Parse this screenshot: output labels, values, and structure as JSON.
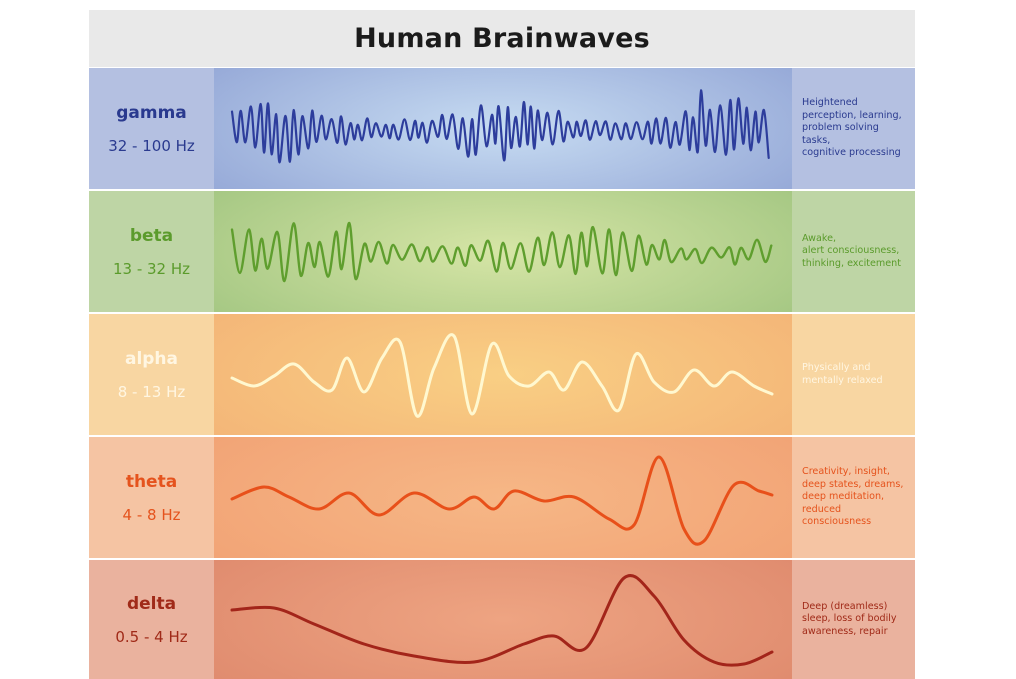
{
  "title": "Human Brainwaves",
  "bands": [
    {
      "name": "gamma",
      "frequency": "32 - 100 Hz",
      "description": "Heightened\nperception, learning,\nproblem solving tasks,\ncognitive processing",
      "colors": {
        "label_bg": "#b4c0e1",
        "wave_bg_center": "#c7dcf2",
        "wave_bg_edge": "#97aad8",
        "desc_bg": "#b4c0e1",
        "text": "#2a3a8f",
        "wave": "#2d3d9c"
      }
    },
    {
      "name": "beta",
      "frequency": "13 - 32 Hz",
      "description": "Awake,\nalert consciousness,\nthinking, excitement",
      "colors": {
        "label_bg": "#bed5a5",
        "wave_bg_center": "#d6e5a6",
        "wave_bg_edge": "#a6c884",
        "desc_bg": "#bed5a5",
        "text": "#5b9b2c",
        "wave": "#5f9e2e"
      }
    },
    {
      "name": "alpha",
      "frequency": "8 - 13 Hz",
      "description": "Physically and\nmentally relaxed",
      "colors": {
        "label_bg": "#f8d6a2",
        "wave_bg_center": "#f9cf84",
        "wave_bg_edge": "#f4b678",
        "desc_bg": "#f8d6a2",
        "text": "#fff6e2",
        "wave": "#fff8d0"
      }
    },
    {
      "name": "theta",
      "frequency": "4 - 8 Hz",
      "description": "Creativity, insight,\ndeep states, dreams,\ndeep meditation,\nreduced\nconsciousness",
      "colors": {
        "label_bg": "#f5c4a3",
        "wave_bg_center": "#f6b786",
        "wave_bg_edge": "#f2a476",
        "desc_bg": "#f5c4a3",
        "text": "#e5531d",
        "wave": "#e8501a"
      }
    },
    {
      "name": "delta",
      "frequency": "0.5 - 4 Hz",
      "description": "Deep (dreamless)\nsleep, loss of bodily\nawareness, repair",
      "colors": {
        "label_bg": "#eab29e",
        "wave_bg_center": "#eea482",
        "wave_bg_edge": "#e08c6f",
        "desc_bg": "#eab29e",
        "text": "#a02a18",
        "wave": "#a3251a"
      }
    }
  ]
}
